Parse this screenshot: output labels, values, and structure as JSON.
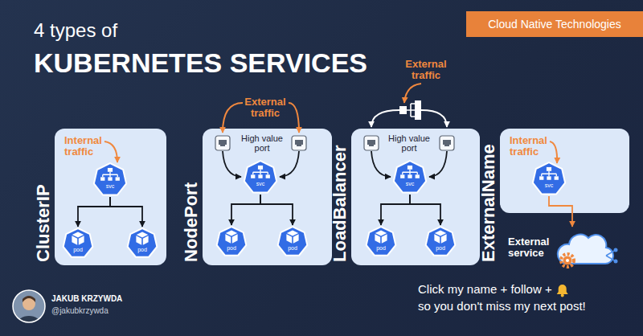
{
  "diagram": {
    "title": "KUBERNETES SERVICES",
    "nodes": [
      {
        "text": [
          "Cloud Native Technologies"
        ]
      },
      {
        "text": [
          "ClusterIP"
        ]
      },
      {
        "text": [
          "svc"
        ],
        "in": 1
      },
      {
        "text": [
          "pod"
        ],
        "in": 1
      },
      {
        "text": [
          "pod"
        ],
        "in": 1
      },
      {
        "text": [
          "NodePort"
        ]
      },
      {
        "text": [
          "svc"
        ],
        "in": 5
      },
      {
        "text": [
          "pod"
        ],
        "in": 5
      },
      {
        "text": [
          "pod"
        ],
        "in": 5
      },
      {
        "text": [
          "LoadBalancer"
        ]
      },
      {
        "text": [
          "svc"
        ],
        "in": 9
      },
      {
        "text": [
          "pod"
        ],
        "in": 9
      },
      {
        "text": [
          "pod"
        ],
        "in": 9
      },
      {
        "text": [
          "ExternalName"
        ]
      },
      {
        "text": [
          "svc"
        ],
        "in": 13
      },
      {
        "text": [
          "External service"
        ]
      }
    ],
    "edges": [
      {
        "from": 2,
        "to": 3,
        "arrow": "to"
      },
      {
        "from": 2,
        "to": 4,
        "arrow": "to"
      },
      {
        "from": 6,
        "to": 7,
        "arrow": "to"
      },
      {
        "from": 6,
        "to": 8,
        "arrow": "to"
      },
      {
        "from": 10,
        "to": 11,
        "arrow": "to"
      },
      {
        "from": 10,
        "to": 12,
        "arrow": "to"
      },
      {
        "from": 14,
        "to": 15,
        "arrow": "to"
      }
    ],
    "labels": [
      "4 types of",
      "Internal traffic",
      "External traffic",
      "High value port",
      "External traffic",
      "High value port",
      "Internal traffic",
      "JAKUB KRZYWDA",
      "@jakubkrzywda",
      "Click my name + follow +",
      "so you don't miss my next post!"
    ]
  }
}
